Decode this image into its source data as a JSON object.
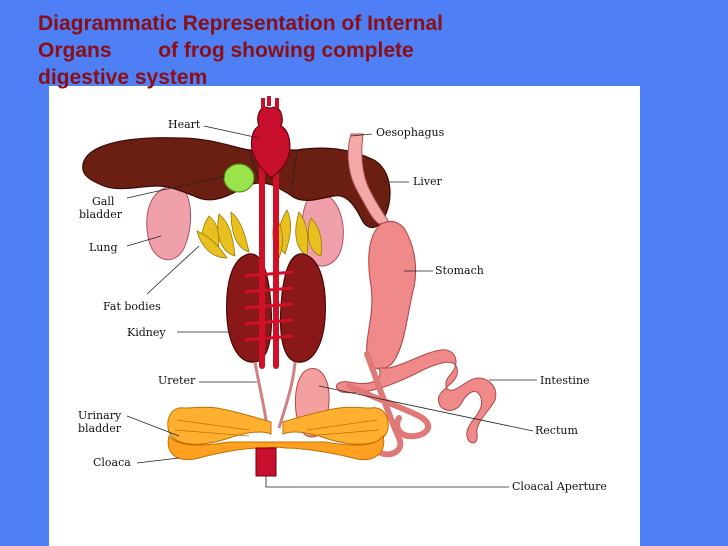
{
  "title": {
    "line1": "Diagrammatic Representation of Internal",
    "line2": "Organs        of frog showing complete",
    "line3": "digestive system"
  },
  "labels": {
    "heart": "Heart",
    "oesophagus": "Oesophagus",
    "liver": "Liver",
    "gall": "Gall",
    "bladder": "bladder",
    "lung": "Lung",
    "stomach": "Stomach",
    "fat_bodies": "Fat bodies",
    "kidney": "Kidney",
    "ureter": "Ureter",
    "intestine": "Intestine",
    "urinary": "Urinary",
    "urinary_bladder": "bladder",
    "rectum": "Rectum",
    "cloaca": "Cloaca",
    "cloacal_aperture": "Cloacal Aperture"
  },
  "colors": {
    "background": "#4f7ff5",
    "title": "#8a0e12",
    "liver": "#6b1f12",
    "heart": "#c8102e",
    "gall_bladder": "#9ae34a",
    "lung": "#f0a0a8",
    "stomach": "#f08a8a",
    "kidney": "#8b1818",
    "fat_bodies": "#e8c020",
    "cloaca": "#ffb030"
  }
}
